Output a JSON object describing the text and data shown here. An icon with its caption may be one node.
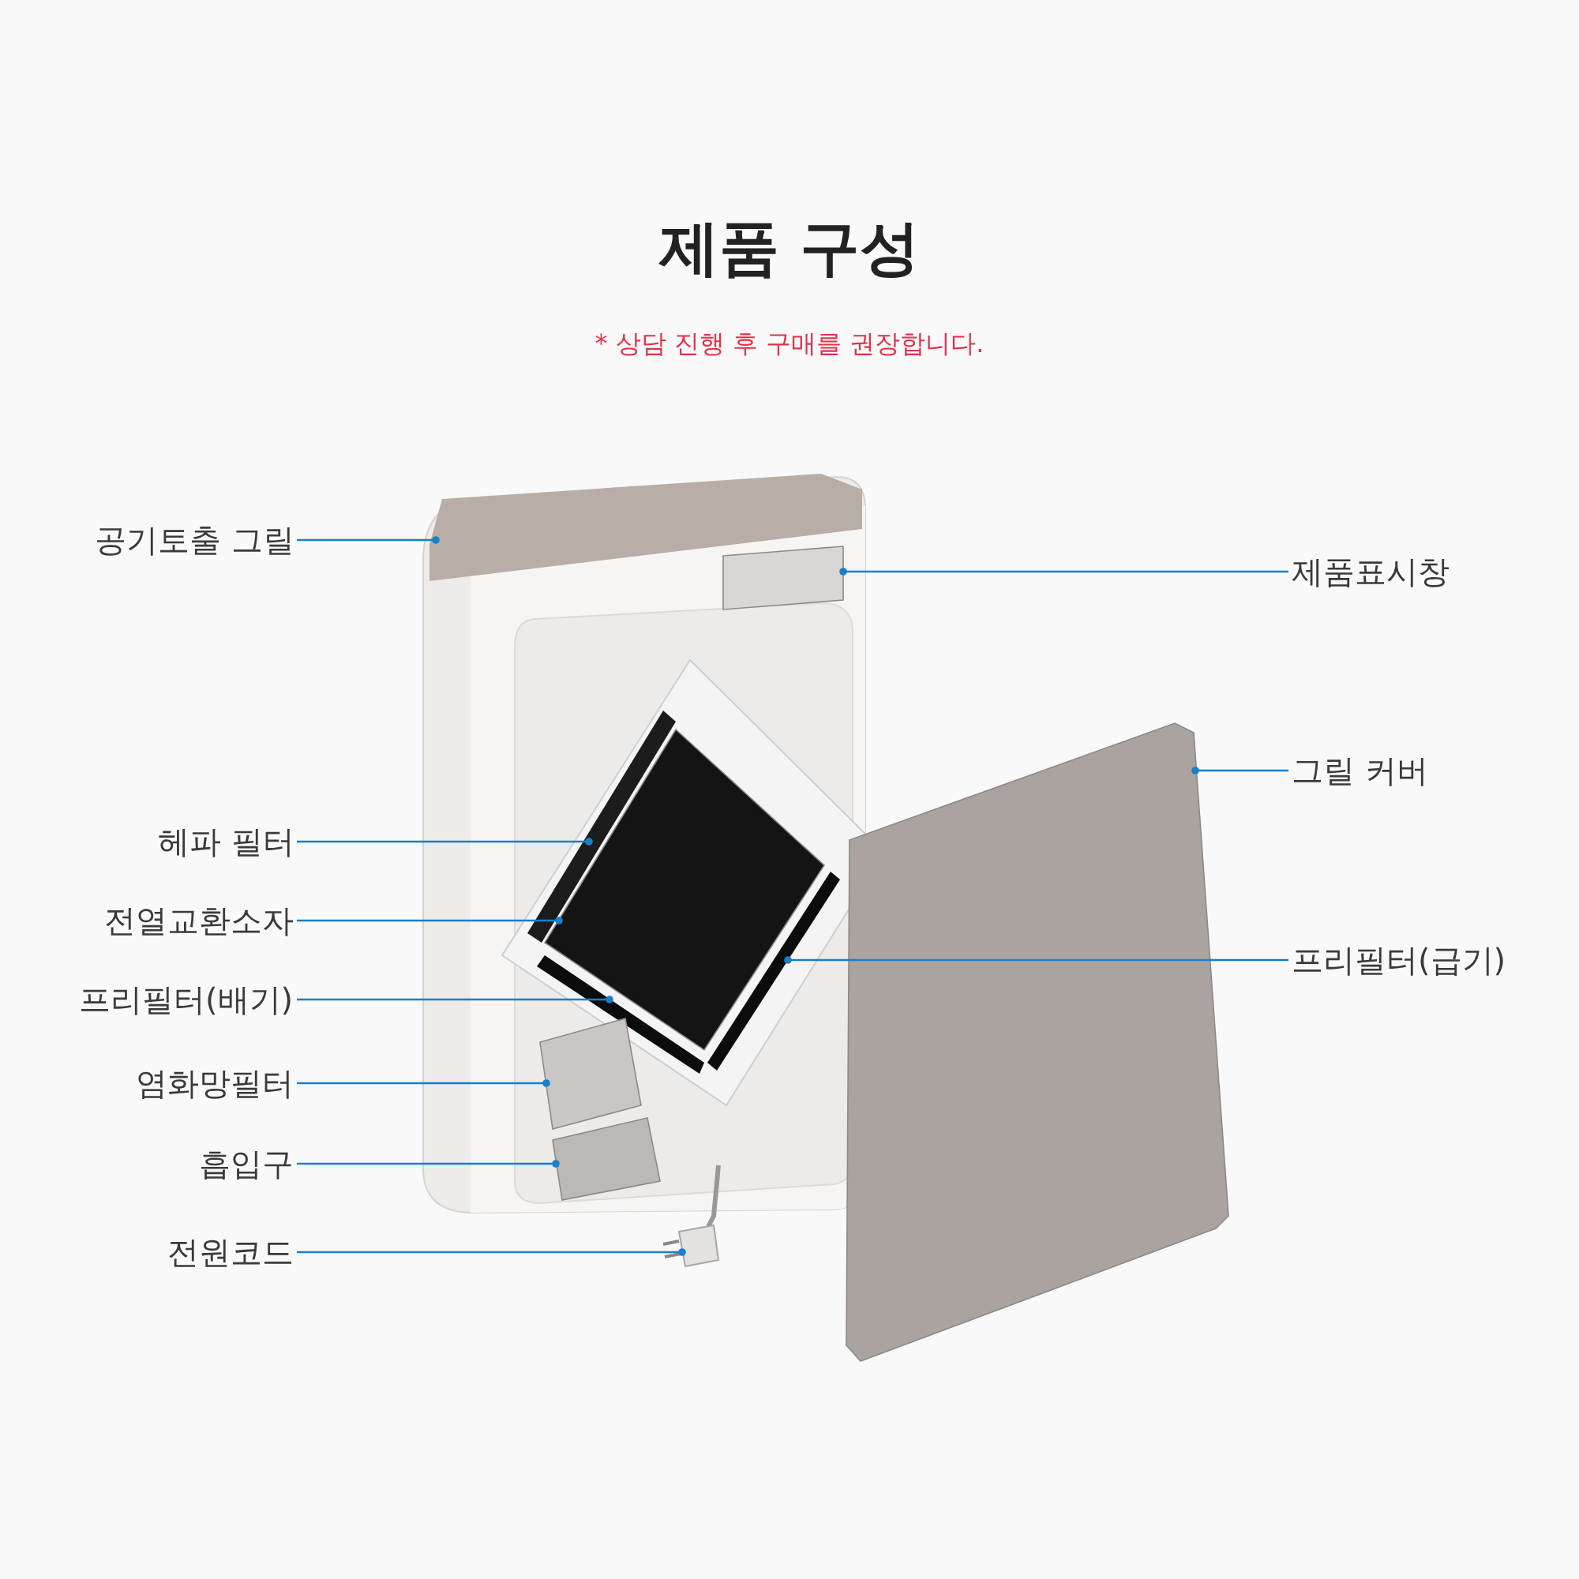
{
  "diagram": {
    "title": "제품 구성",
    "nodes": [
      {
        "text": [
          "공기토출 그릴"
        ]
      },
      {
        "text": [
          "제품표시창"
        ]
      },
      {
        "text": [
          "그릴 커버"
        ]
      },
      {
        "text": [
          "헤파 필터"
        ]
      },
      {
        "text": [
          "전열교환소자"
        ]
      },
      {
        "text": [
          "프리필터(배기)"
        ]
      },
      {
        "text": [
          "프리필터(급기)"
        ]
      },
      {
        "text": [
          "염화망필터"
        ]
      },
      {
        "text": [
          "흡입구"
        ]
      },
      {
        "text": [
          "전원코드"
        ]
      },
      {
        "text": [],
        "shape": "bar"
      },
      {
        "text": [],
        "shape": "box"
      },
      {
        "text": [],
        "shape": "box"
      },
      {
        "text": [],
        "shape": "bar"
      },
      {
        "text": [],
        "shape": "box"
      },
      {
        "text": [],
        "shape": "bar"
      },
      {
        "text": [],
        "shape": "bar"
      },
      {
        "text": [],
        "shape": "box"
      },
      {
        "text": [],
        "shape": "box"
      },
      {
        "text": [],
        "shape": "picture"
      }
    ],
    "edges": [
      {
        "from": 0,
        "to": 10,
        "arrow": "other"
      },
      {
        "from": 1,
        "to": 11,
        "arrow": "other"
      },
      {
        "from": 2,
        "to": 12,
        "arrow": "other"
      },
      {
        "from": 3,
        "to": 13,
        "arrow": "other"
      },
      {
        "from": 4,
        "to": 14,
        "arrow": "other"
      },
      {
        "from": 5,
        "to": 15,
        "arrow": "other"
      },
      {
        "from": 6,
        "to": 16,
        "arrow": "other"
      },
      {
        "from": 7,
        "to": 17,
        "arrow": "other"
      },
      {
        "from": 8,
        "to": 18,
        "arrow": "other"
      },
      {
        "from": 9,
        "to": 19,
        "arrow": "other"
      }
    ],
    "labels": [
      "* 상담 진행 후 구매를 권장합니다."
    ]
  }
}
